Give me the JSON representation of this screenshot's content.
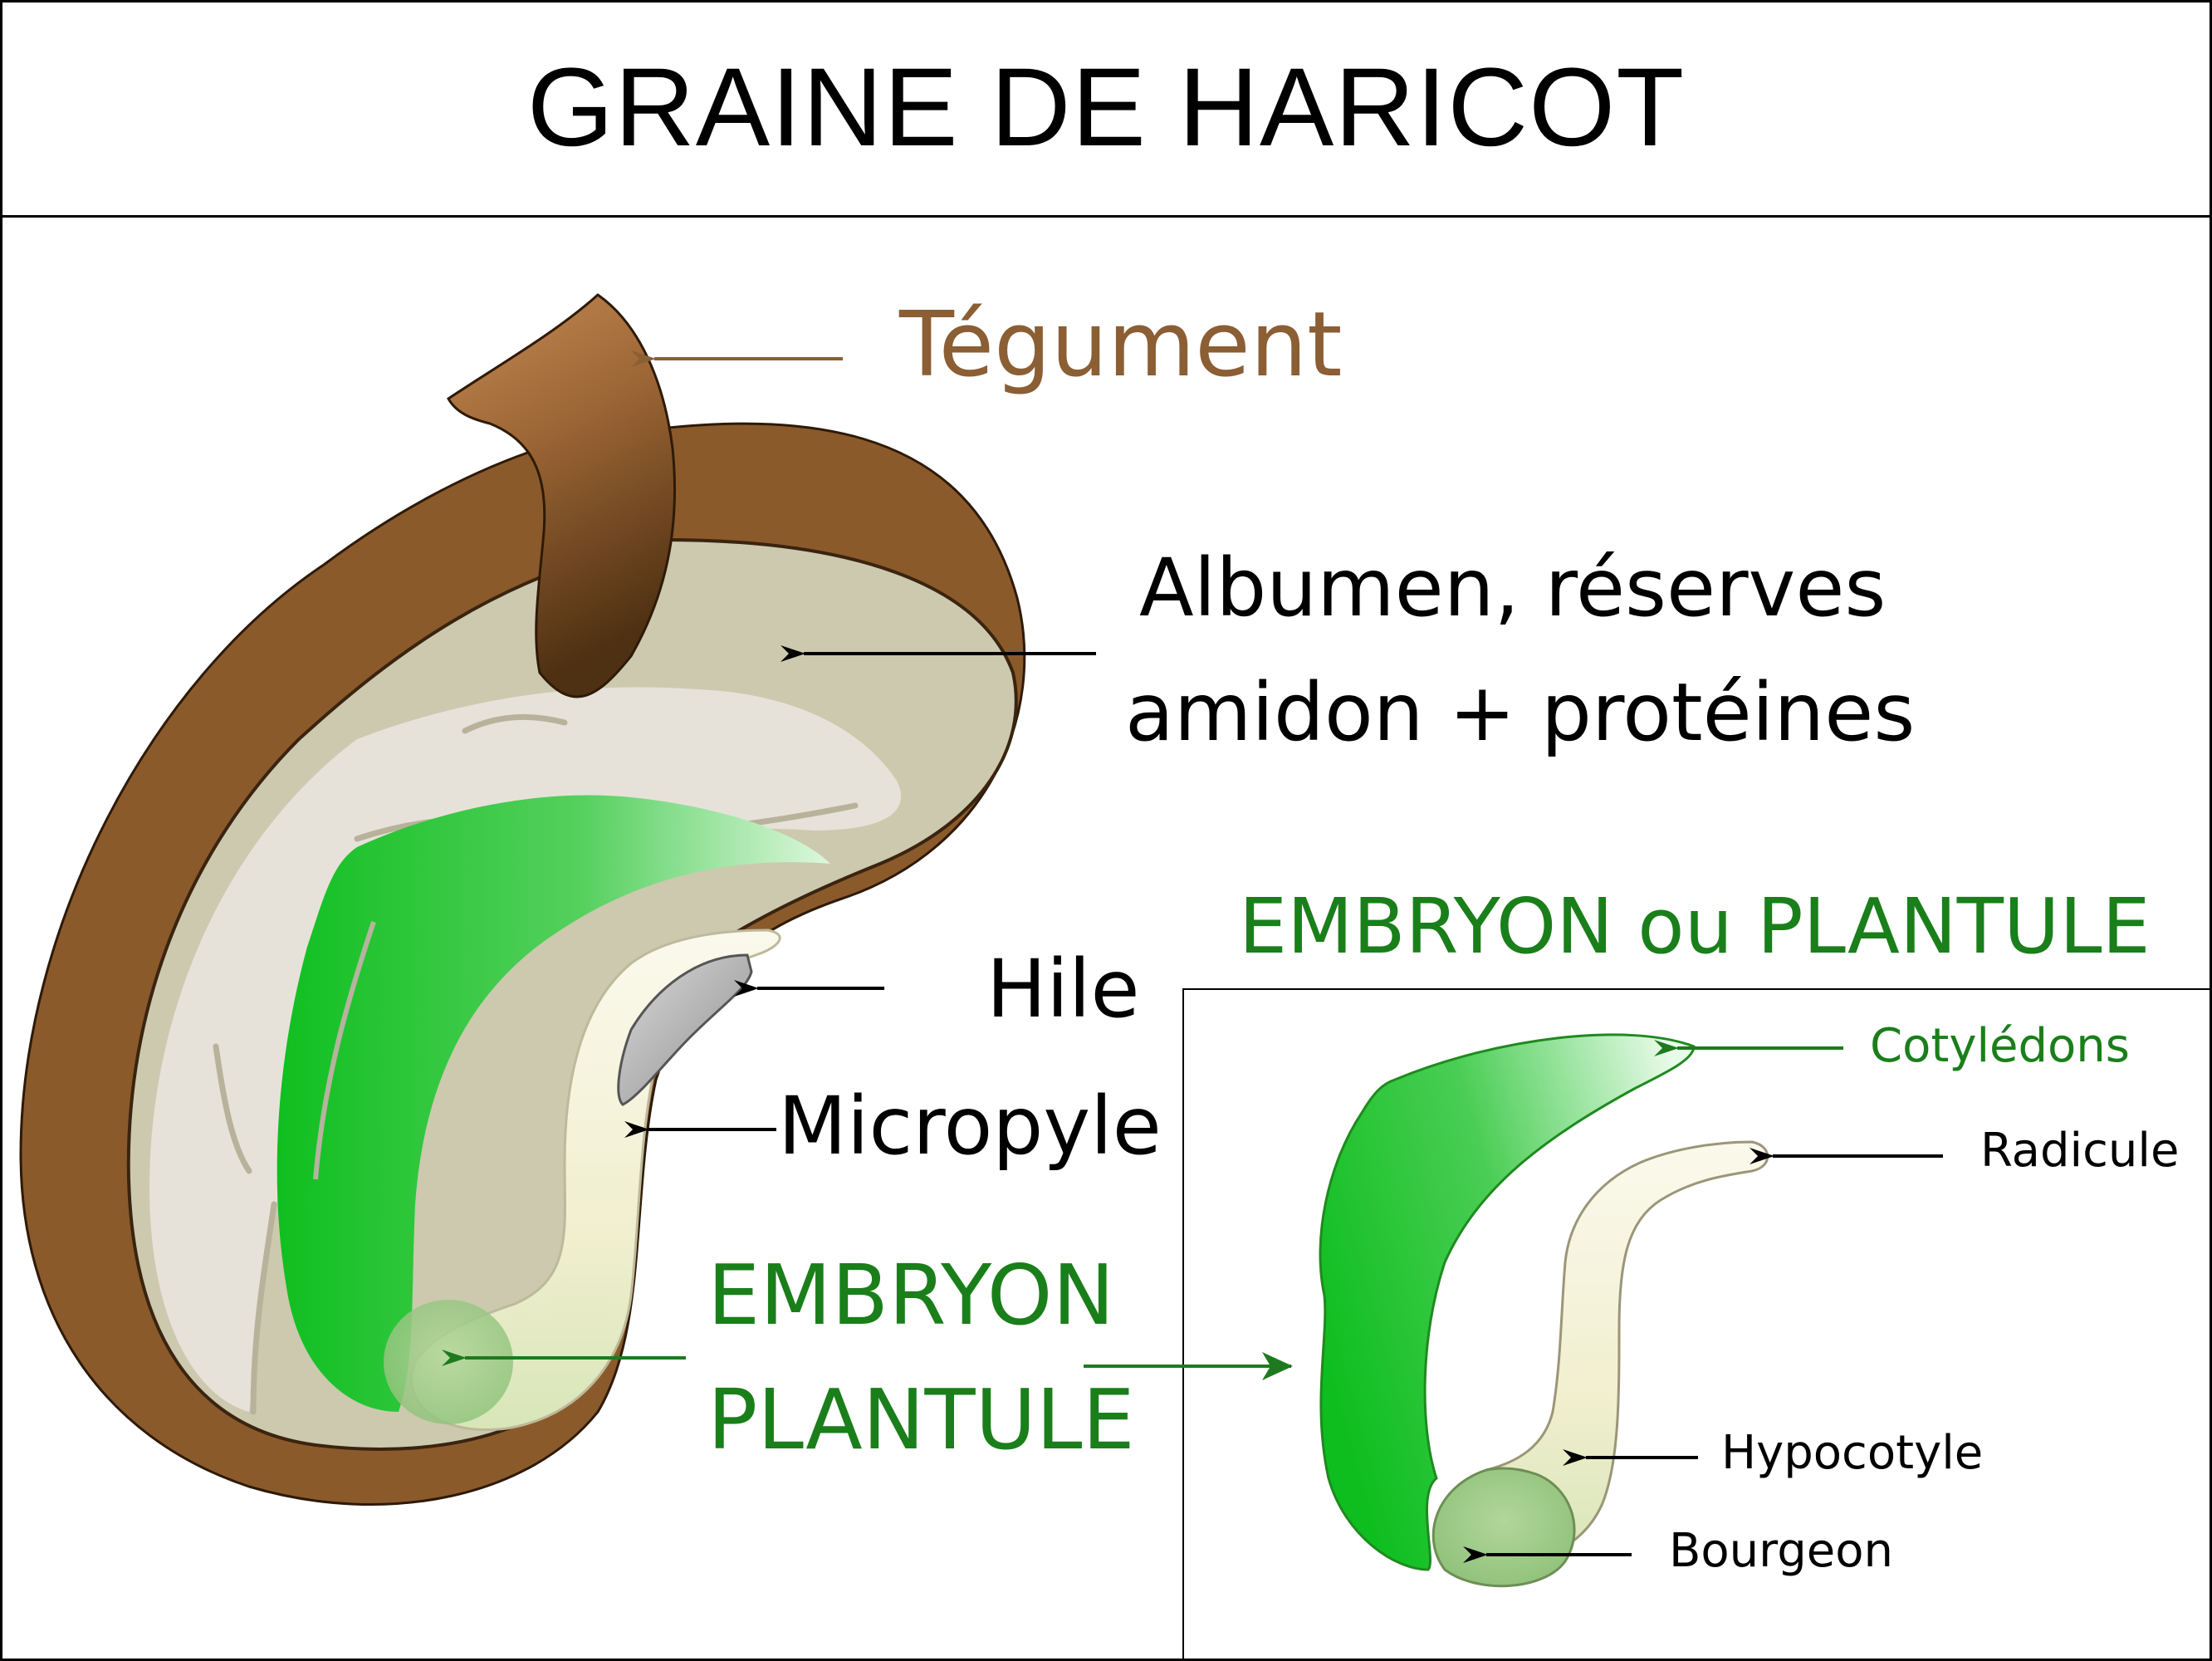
{
  "title": "GRAINE DE HARICOT",
  "labels": {
    "tegument": "Tégument",
    "albumen_line1": "Albumen, réserves",
    "albumen_line2": "amidon + protéines",
    "hile": "Hile",
    "micropyle": "Micropyle",
    "embryon": "EMBRYON",
    "plantule": "PLANTULE"
  },
  "inset": {
    "title": "EMBRYON ou PLANTULE",
    "cotyledons": "Cotylédons",
    "radicule": "Radicule",
    "hypocotyle": "Hypocotyle",
    "bourgeon": "Bourgeon"
  },
  "colors": {
    "tegument": "#8B5A2B",
    "tegument_label": "#8B5E34",
    "albumen": "#CCC9AE",
    "albumen_inner": "#E6E2DA",
    "cotyledon": "#22C032",
    "radicle": "#F4F1D6",
    "hile": "#A8A8A8",
    "label_green": "#1A7F1A",
    "arrow_green": "#1F7A1F"
  }
}
